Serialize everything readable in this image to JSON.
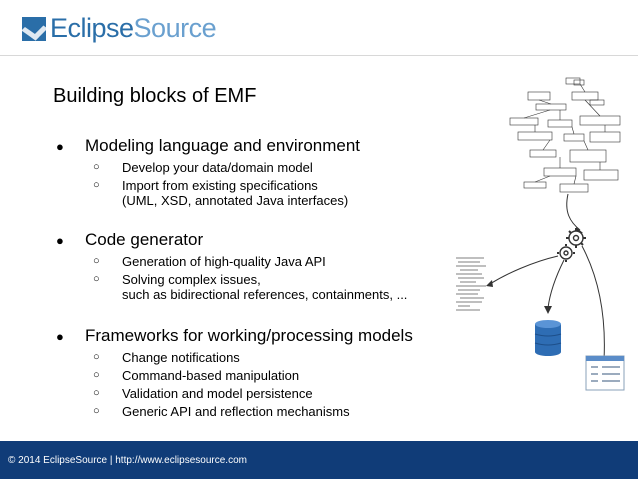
{
  "logo": {
    "brand_dark": "Eclipse",
    "brand_light": "Source",
    "accent": "#2a6ea8"
  },
  "title": "Building blocks of EMF",
  "bullets": [
    {
      "heading": "Modeling language and environment",
      "subs": [
        "Develop your data/domain model",
        "Import from existing specifications\n(UML, XSD, annotated Java interfaces)"
      ]
    },
    {
      "heading": "Code generator",
      "subs": [
        "Generation of high-quality Java API",
        "Solving complex issues,\nsuch as bidirectional references, containments, ..."
      ]
    },
    {
      "heading": "Frameworks for working/processing models",
      "subs": [
        "Change notifications",
        "Command-based manipulation",
        "Validation and model persistence",
        "Generic API and reflection mechanisms"
      ]
    }
  ],
  "footer": {
    "text": "© 2014 EclipseSource | http://www.eclipsesource.com",
    "color": "#103c78"
  },
  "illustration": {
    "icons": [
      "uml-diagram-icon",
      "gear-icon",
      "code-listing-icon",
      "database-icon",
      "table-document-icon"
    ]
  }
}
